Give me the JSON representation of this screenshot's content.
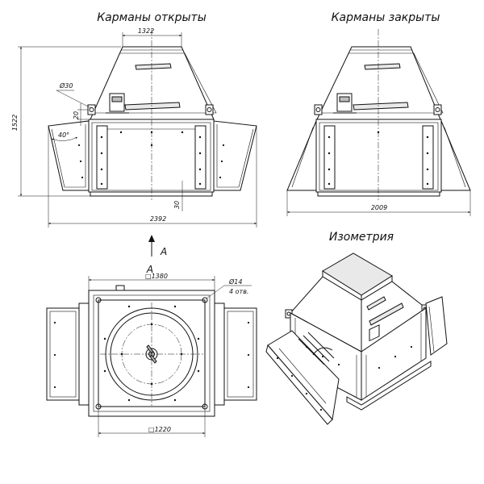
{
  "views": {
    "open_pockets": {
      "title": "Карманы открыты",
      "dims": {
        "top_width": "1322",
        "height": "1522",
        "hole": "Ø30",
        "offset": "20",
        "angle": "40°",
        "base_offset": "30",
        "overall_width": "2392"
      }
    },
    "closed_pockets": {
      "title": "Карманы закрыты",
      "dims": {
        "overall_width": "2009"
      }
    },
    "plan_view": {
      "arrow_label": "A",
      "view_label": "A",
      "dims": {
        "top_square": "□1380",
        "hole": "Ø14",
        "hole_count": "4 отв.",
        "bottom_square": "□1220"
      }
    },
    "isometric": {
      "title": "Изометрия"
    }
  }
}
